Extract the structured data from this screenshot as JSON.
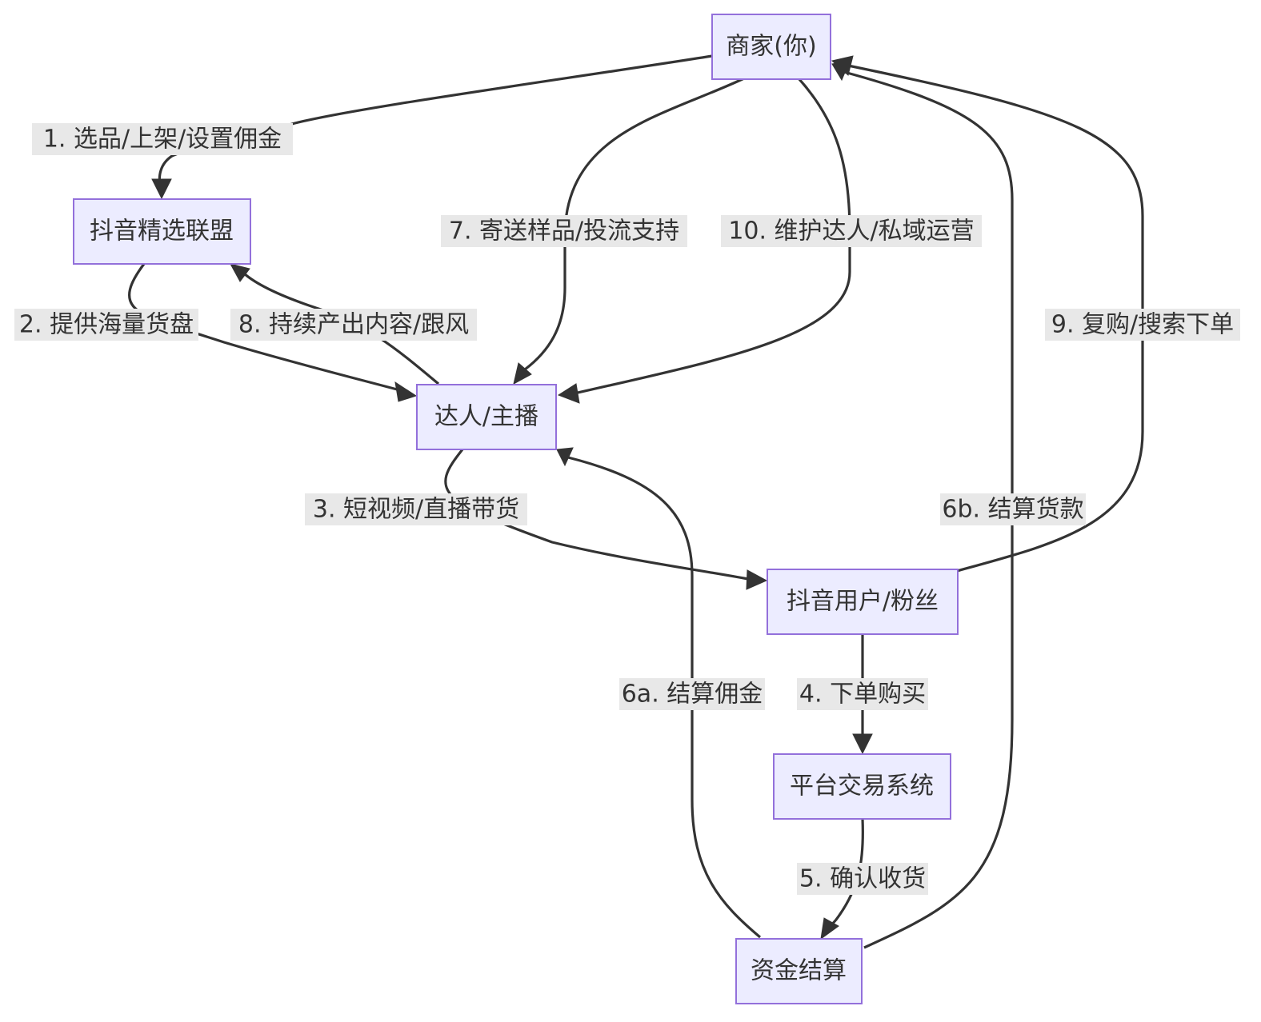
{
  "diagram": {
    "type": "flowchart",
    "colors": {
      "node_fill": "#ECECFF",
      "node_stroke": "#9370DB",
      "edge": "#333333",
      "label_bg": "#e8e8e8",
      "text": "#333333"
    },
    "nodes": {
      "merchant": "商家(你)",
      "alliance": "抖音精选联盟",
      "influencer": "达人/主播",
      "users": "抖音用户/粉丝",
      "trade": "平台交易系统",
      "settlement": "资金结算"
    },
    "edges": [
      {
        "id": "e1",
        "from": "merchant",
        "to": "alliance",
        "label": "1. 选品/上架/设置佣金"
      },
      {
        "id": "e2",
        "from": "alliance",
        "to": "influencer",
        "label": "2. 提供海量货盘"
      },
      {
        "id": "e3",
        "from": "influencer",
        "to": "users",
        "label": "3. 短视频/直播带货"
      },
      {
        "id": "e4",
        "from": "users",
        "to": "trade",
        "label": "4. 下单购买"
      },
      {
        "id": "e5",
        "from": "trade",
        "to": "settlement",
        "label": "5. 确认收货"
      },
      {
        "id": "e6a",
        "from": "settlement",
        "to": "influencer",
        "label": "6a. 结算佣金"
      },
      {
        "id": "e6b",
        "from": "settlement",
        "to": "merchant",
        "label": "6b. 结算货款"
      },
      {
        "id": "e7",
        "from": "merchant",
        "to": "influencer",
        "label": "7. 寄送样品/投流支持"
      },
      {
        "id": "e8",
        "from": "influencer",
        "to": "alliance",
        "label": "8. 持续产出内容/跟风"
      },
      {
        "id": "e9",
        "from": "users",
        "to": "merchant",
        "label": "9. 复购/搜索下单"
      },
      {
        "id": "e10",
        "from": "merchant",
        "to": "influencer",
        "label": "10. 维护达人/私域运营"
      }
    ]
  }
}
